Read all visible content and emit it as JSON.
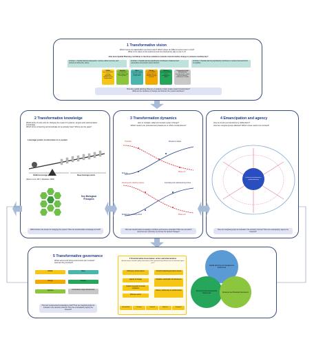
{
  "panel1": {
    "title": "1 Transformative vision",
    "q1": "Which futures do stakeholders (envision) want? Which values do different actors bear in mind?",
    "q2": "What is the status at the local level and how  biodiversity play a role on it?",
    "q3": "How does Spatial Planning contribute to the three ambitions towards transformative change to enhance biodiversity?",
    "ambitions": [
      "Ambition 1: Spatial planning safeguards, restores, allows recovery, and enhances biodiversity values",
      "Ambition 2: Spatial planning significantly contributes to balanced and responsible consumption and production",
      "Ambition 3: Spatial planning significantly contributes to reduced socioeconomic inequalities"
    ],
    "sectors": [
      {
        "name": "Wildlife",
        "text": "e.g. conservation, ecology, biodiversity, habitat loss and fragmentation",
        "color": "#f5c518"
      },
      {
        "name": "Agrifood",
        "text": "e.g. production, agroecology, food security, diets",
        "color": "#8cc63f"
      },
      {
        "name": "Water",
        "text": "e.g. water supply, drinking, water quality, flows",
        "color": "#4db6ac"
      },
      {
        "name": "Energy",
        "text": "e.g. renewable energy, land use, biomass, energy transition",
        "color": "#f2a900"
      },
      {
        "name": "Forestry",
        "text": "e.g. deforestation, forest management, timber",
        "color": "#26a65b"
      },
      {
        "name": "Construction, large infrastructure",
        "text": "e.g. urbanisation, roads, land use planning, settlements, transport",
        "color": "#c8c8c8"
      }
    ],
    "q4": "How does spatial planning influence or positively impact (scale) toward transformation?",
    "q5": "What are the narratives of change and what are the needed narratives?"
  },
  "panel2": {
    "title": "2 Transformative knowledge",
    "q1": "Which kinds of tools exist for changing the system? (systemic, targets and implementation knowledge)",
    "q2": "Which forms of learning and knowledge do we already have? Where are the gaps?",
    "leverage_title": "Leverage points to intervene in a system",
    "shallow": "Shallow leverage points",
    "deep": "Deep leverage points",
    "source": "(Abson et al. 2017, Meadows 1999)",
    "key_title": "Key Biological Principles",
    "bottom": "Which kinds is the known for changing the system? How can transformative knowledge be built?"
  },
  "panel3": {
    "title": "3 Transformation dynamics",
    "q1": "How to navigate, adapt and sustain system change?",
    "q2": "Which needs to be protected and phased-out or which crucial actions?",
    "labels": [
      "Transition",
      "Direction & shape",
      "Build up",
      "Phase out",
      "Opening and unlocking regimes",
      "Innovating and mainstreaming niches",
      "Building the nurturing niches",
      "Phase out"
    ],
    "bottom": "How can transformative knowledge contribute and become actionable? Who can and which resources are necessary to promote the desired changes?"
  },
  "panel4": {
    "title": "4 Emancipation and agency",
    "q1": "How to ensure just transitions by deliberation?",
    "q2": "How are marginal groups affected? Which voices need to be involved?",
    "center": "Inclusive transformative spatial planning",
    "bottom": "How can marginal groups be included in the decision process? How can emancipatory agency be fostered?"
  },
  "panel5": {
    "title": "5 Transformative governance",
    "q1": "Which actors and whose instruments are involved?",
    "q2": "How are they involved?",
    "sectors": [
      {
        "name": "Wildlife",
        "color": "#f5c518"
      },
      {
        "name": "Water",
        "color": "#4db6ac"
      },
      {
        "name": "Energy",
        "color": "#f2a900"
      },
      {
        "name": "Forestry",
        "color": "#26a65b"
      },
      {
        "name": "Agrifood",
        "color": "#8cc63f"
      },
      {
        "name": "Construction, large infrastructure",
        "color": "#c8c8c8"
      }
    ],
    "bottom": "How can mutual actors knowledge be built? How are marginal groups be included in the decision process? How can emancipatory agency be fostered?",
    "center_title": "2 Transformative Governance: actors and interventions",
    "center_sub": "A fixed shape of iterative policy interventions. How important they influence as an interaction space on it?",
    "items": [
      "Addresses actual causes",
      "Transformational governance levers",
      "Agents of change",
      "Scalable coordination of instruments",
      "Impacts expected to create resistance",
      "Nature, biodiversity & multifunctional",
      "Effective actors"
    ],
    "ops": [
      "Accountable",
      "Inclusive",
      "Informed",
      "Adaptive",
      "Integrated"
    ],
    "circles": [
      {
        "name": "Spatial planning and management instruments",
        "color": "#5b9bd5"
      },
      {
        "name": "Environmental assessments instruments",
        "color": "#26a65b"
      },
      {
        "name": "Economic and financial instruments",
        "color": "#8cc63f"
      }
    ]
  }
}
